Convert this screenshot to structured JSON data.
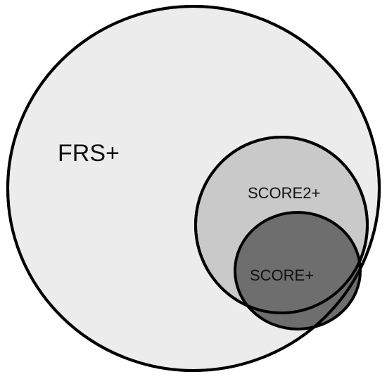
{
  "diagram": {
    "type": "nested-venn",
    "colors": {
      "background": "#ffffff",
      "outline": "#000000"
    },
    "sets": [
      {
        "label": "FRS+",
        "fill": "#ececec"
      },
      {
        "label": "SCORE2+",
        "fill": "#c9c9c9"
      },
      {
        "label": "SCORE+",
        "fill": "#6e6e6e"
      }
    ]
  }
}
